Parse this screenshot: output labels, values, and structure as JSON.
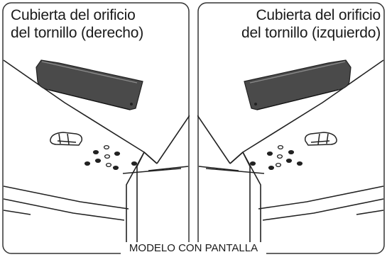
{
  "panels": {
    "left": {
      "title_line1": "Cubierta del orificio",
      "title_line2": "del tornillo (derecho)"
    },
    "right": {
      "title_line1": "Cubierta del orificio",
      "title_line2": "del tornillo (izquierdo)"
    }
  },
  "caption": "MODELO CON PANTALLA"
}
